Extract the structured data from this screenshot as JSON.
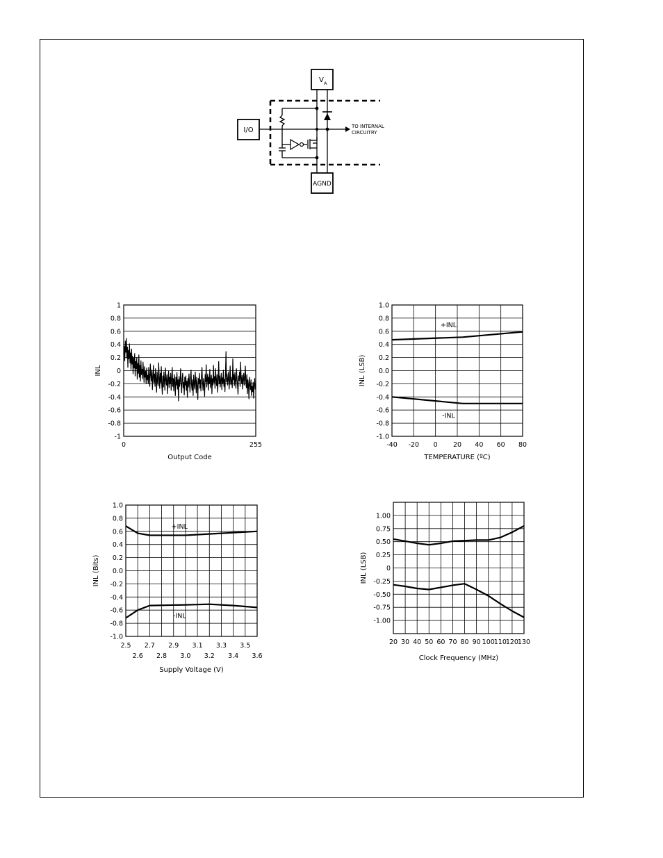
{
  "circuit": {
    "va_label": "V",
    "va_sub": "A",
    "io_label": "I/O",
    "agnd_label": "AGND",
    "to_internal_1": "TO INTERNAL",
    "to_internal_2": "CIRCUITRY"
  },
  "chart_data": [
    {
      "type": "line",
      "title": "",
      "xlabel": "Output Code",
      "ylabel": "INL",
      "xlim": [
        0,
        255
      ],
      "ylim": [
        -1,
        1
      ],
      "x_ticks": [
        "0",
        "255"
      ],
      "y_ticks": [
        "1",
        "0.8",
        "0.6",
        "0.4",
        "0.2",
        "0",
        "-0.2",
        "-0.4",
        "-0.6",
        "-0.8",
        "-1"
      ],
      "grid": "horizontal",
      "series": [
        {
          "values": [
            0.23,
            0.37,
            0.15,
            0.45,
            0.28,
            0.49,
            0.19,
            0.36,
            0.05,
            0.31,
            0.18,
            0.41,
            0.12,
            0.27,
            0.02,
            0.33,
            0.1,
            0.22,
            -0.05,
            0.19,
            0.04,
            0.26,
            -0.08,
            0.14,
            0.03,
            0.2,
            -0.13,
            0.11,
            -0.04,
            0.24,
            -0.1,
            0.08,
            -0.16,
            0.15,
            -0.06,
            0.02,
            -0.12,
            0.13,
            -0.02,
            -0.18,
            0.06,
            -0.1,
            -0.01,
            -0.2,
            0.04,
            -0.14,
            -0.07,
            -0.2,
            0.05,
            -0.11,
            -0.24,
            0.1,
            -0.07,
            -0.16,
            0.01,
            -0.29,
            -0.09,
            0.08,
            -0.18,
            -0.05,
            -0.24,
            0.03,
            -0.14,
            -0.33,
            -0.02,
            -0.16,
            -0.23,
            0.12,
            -0.1,
            -0.27,
            -0.04,
            -0.18,
            0.06,
            -0.22,
            -0.36,
            -0.08,
            -0.25,
            -0.02,
            -0.16,
            -0.3,
            0.04,
            -0.13,
            -0.22,
            -0.06,
            -0.35,
            -0.15,
            -0.01,
            -0.26,
            -0.1,
            -0.2,
            -0.04,
            -0.3,
            -0.13,
            0.05,
            -0.24,
            -0.12,
            -0.31,
            -0.06,
            -0.18,
            -0.38,
            -0.1,
            -0.22,
            -0.03,
            -0.28,
            -0.14,
            -0.46,
            -0.09,
            -0.24,
            -0.16,
            0.03,
            -0.2,
            -0.34,
            -0.12,
            -0.04,
            -0.26,
            -0.18,
            -0.37,
            -0.1,
            -0.22,
            -0.08,
            -0.3,
            -0.16,
            -0.41,
            -0.12,
            -0.25,
            -0.05,
            -0.19,
            -0.33,
            -0.11,
            0.01,
            -0.22,
            -0.3,
            -0.14,
            -0.38,
            -0.07,
            -0.2,
            -0.28,
            -0.02,
            -0.16,
            -0.34,
            -0.1,
            -0.24,
            -0.44,
            -0.12,
            -0.2,
            -0.04,
            -0.27,
            -0.14,
            -0.31,
            -0.08,
            0.05,
            -0.18,
            -0.3,
            -0.12,
            -0.22,
            -0.39,
            -0.06,
            -0.17,
            0.09,
            -0.25,
            -0.13,
            -0.05,
            -0.3,
            -0.1,
            -0.2,
            0.02,
            -0.26,
            -0.14,
            -0.07,
            -0.35,
            -0.12,
            -0.22,
            0.08,
            -0.18,
            -0.09,
            -0.27,
            0.03,
            -0.13,
            -0.23,
            -0.06,
            -0.33,
            -0.15,
            0.14,
            -0.2,
            -0.08,
            -0.25,
            -0.14,
            -0.04,
            -0.29,
            -0.11,
            -0.19,
            0.01,
            -0.24,
            -0.13,
            -0.32,
            -0.07,
            0.29,
            -0.17,
            -0.05,
            -0.22,
            -0.12,
            -0.02,
            -0.28,
            -0.14,
            0.07,
            -0.21,
            -0.1,
            -0.18,
            -0.26,
            0.18,
            -0.14,
            -0.06,
            -0.23,
            -0.03,
            -0.16,
            -0.27,
            0.03,
            -0.12,
            -0.21,
            -0.36,
            -0.08,
            -0.15,
            -0.02,
            -0.24,
            0.13,
            -0.11,
            -0.19,
            -0.07,
            -0.28,
            -0.13,
            -0.04,
            -0.22,
            -0.11,
            0.07,
            -0.17,
            -0.26,
            -0.06,
            -0.35,
            -0.14,
            -0.22,
            -0.43,
            -0.1,
            -0.2,
            -0.29,
            -0.14,
            -0.38,
            -0.24,
            -0.32,
            -0.18,
            -0.42,
            -0.22,
            -0.12,
            -0.28,
            -0.2
          ]
        }
      ]
    },
    {
      "type": "line",
      "title": "",
      "xlabel": "TEMPERATURE (ºC)",
      "ylabel": "INL (LSB)",
      "xlim": [
        -40,
        80
      ],
      "ylim": [
        -1.0,
        1.0
      ],
      "x_ticks": [
        "-40",
        "-20",
        "0",
        "20",
        "40",
        "60",
        "80"
      ],
      "y_ticks": [
        "1.0",
        "0.8",
        "0.6",
        "0.4",
        "0.2",
        "0.0",
        "-0.2",
        "-0.4",
        "-0.6",
        "-0.8",
        "-1.0"
      ],
      "grid": "both",
      "series": [
        {
          "name": "+INL",
          "x": [
            -40,
            25,
            80
          ],
          "y": [
            0.47,
            0.51,
            0.59
          ]
        },
        {
          "name": "-INL",
          "x": [
            -40,
            25,
            80
          ],
          "y": [
            -0.4,
            -0.5,
            -0.5
          ]
        }
      ]
    },
    {
      "type": "line",
      "title": "",
      "xlabel": "Supply Voltage (V)",
      "ylabel": "INL (Bits)",
      "xlim": [
        2.5,
        3.6
      ],
      "ylim": [
        -1.0,
        1.0
      ],
      "x_ticks_top": [
        "2.5",
        "2.7",
        "2.9",
        "3.1",
        "3.3",
        "3.5"
      ],
      "x_ticks_bottom": [
        "2.6",
        "2.8",
        "3.0",
        "3.2",
        "3.4",
        "3.6"
      ],
      "y_ticks": [
        "1.0",
        "0.8",
        "0.6",
        "0.4",
        "0.2",
        "0.0",
        "-0.2",
        "-0.4",
        "-0.6",
        "-0.8",
        "-1.0"
      ],
      "grid": "both",
      "series": [
        {
          "name": "+INL",
          "x": [
            2.5,
            2.6,
            2.7,
            3.0,
            3.3,
            3.6
          ],
          "y": [
            0.68,
            0.57,
            0.54,
            0.54,
            0.57,
            0.6
          ]
        },
        {
          "name": "-INL",
          "x": [
            2.5,
            2.6,
            2.7,
            3.0,
            3.2,
            3.4,
            3.6
          ],
          "y": [
            -0.72,
            -0.6,
            -0.53,
            -0.52,
            -0.51,
            -0.53,
            -0.56
          ]
        }
      ]
    },
    {
      "type": "line",
      "title": "",
      "xlabel": "Clock Frequency (MHz)",
      "ylabel": "INL (LSB)",
      "xlim": [
        20,
        130
      ],
      "ylim": [
        -1.25,
        1.25
      ],
      "x_ticks": [
        "20",
        "30",
        "40",
        "50",
        "60",
        "70",
        "80",
        "90",
        "100",
        "110",
        "120",
        "130"
      ],
      "y_ticks": [
        "1.00",
        "0.75",
        "0.50",
        "0.25",
        "0",
        "-0.25",
        "-0.50",
        "-0.75",
        "-1.00"
      ],
      "grid": "both",
      "series": [
        {
          "x": [
            20,
            30,
            40,
            50,
            60,
            70,
            80,
            90,
            100,
            110,
            120,
            130
          ],
          "y": [
            0.55,
            0.51,
            0.47,
            0.44,
            0.47,
            0.51,
            0.52,
            0.53,
            0.53,
            0.58,
            0.68,
            0.8
          ]
        },
        {
          "x": [
            20,
            30,
            40,
            50,
            60,
            70,
            80,
            90,
            100,
            110,
            120,
            130
          ],
          "y": [
            -0.32,
            -0.35,
            -0.39,
            -0.41,
            -0.37,
            -0.33,
            -0.3,
            -0.41,
            -0.53,
            -0.68,
            -0.82,
            -0.94
          ]
        }
      ]
    }
  ]
}
